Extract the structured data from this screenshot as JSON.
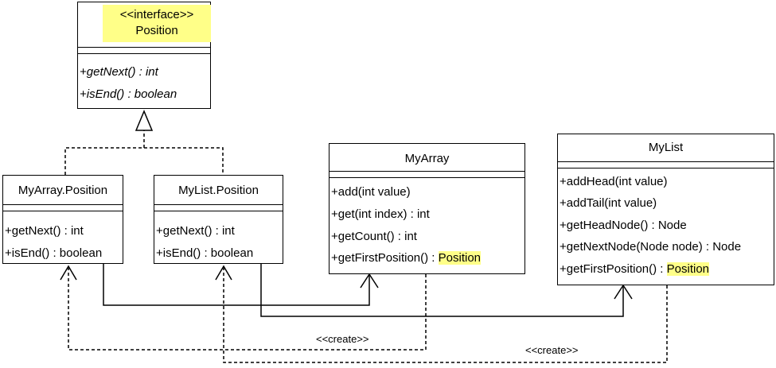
{
  "interface": {
    "stereotype": "<<interface>>",
    "name": "Position",
    "methods": [
      "+getNext() : int",
      "+isEnd() : boolean"
    ]
  },
  "myarray_position": {
    "name": "MyArray.Position",
    "methods": [
      "+getNext() : int",
      "+isEnd() : boolean"
    ]
  },
  "mylist_position": {
    "name": "MyList.Position",
    "methods": [
      "+getNext() : int",
      "+isEnd() : boolean"
    ]
  },
  "myarray": {
    "name": "MyArray",
    "methods": [
      "+add(int value)",
      "+get(int index) : int",
      "+getCount() : int"
    ],
    "first_position_prefix": "+getFirstPosition() : ",
    "first_position_type": "Position"
  },
  "mylist": {
    "name": "MyList",
    "methods": [
      "+addHead(int value)",
      "+addTail(int value)",
      "+getHeadNode() : Node",
      "+getNextNode(Node node) : Node"
    ],
    "first_position_prefix": "+getFirstPosition() : ",
    "first_position_type": "Position"
  },
  "relations": {
    "create_label_1": "<<create>>",
    "create_label_2": "<<create>>"
  },
  "colors": {
    "highlight": "#ffff88",
    "line": "#000000"
  }
}
